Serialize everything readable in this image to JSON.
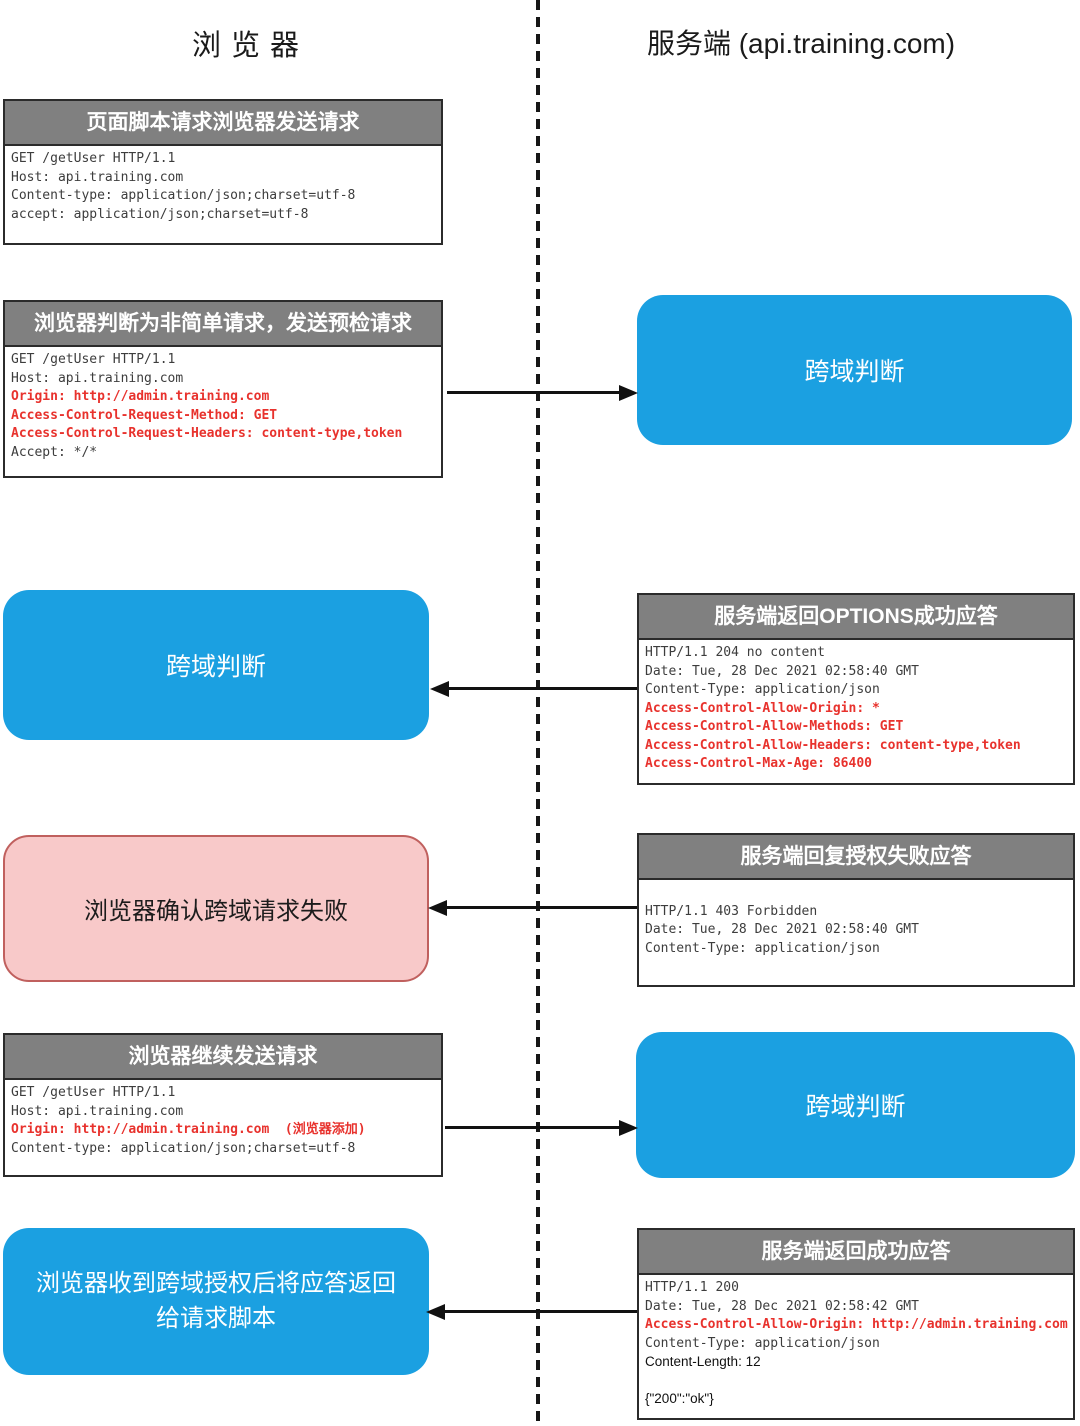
{
  "titles": {
    "browser": "浏 览 器",
    "server": "服务端 (api.training.com)"
  },
  "colors": {
    "node_blue": "#1BA0E1",
    "fail_pink_fill": "#F8C9C9",
    "fail_pink_border": "#C0605E",
    "header_gray": "#808080",
    "red_text": "#E8322D",
    "box_border": "#2B2B2B",
    "arrow_black": "#111111"
  },
  "boxes": {
    "page_request": {
      "header": "页面脚本请求浏览器发送请求",
      "lines": [
        {
          "t": "GET /getUser HTTP/1.1",
          "s": "normal"
        },
        {
          "t": "Host: api.training.com",
          "s": "normal"
        },
        {
          "t": "Content-type: application/json;charset=utf-8",
          "s": "normal"
        },
        {
          "t": "accept: application/json;charset=utf-8",
          "s": "normal"
        }
      ]
    },
    "preflight_request": {
      "header": "浏览器判断为非简单请求，发送预检请求",
      "lines": [
        {
          "t": "GET /getUser HTTP/1.1",
          "s": "normal"
        },
        {
          "t": "Host: api.training.com",
          "s": "normal"
        },
        {
          "t": "Origin: http://admin.training.com",
          "s": "red"
        },
        {
          "t": "Access-Control-Request-Method: GET",
          "s": "red"
        },
        {
          "t": "Access-Control-Request-Headers: content-type,token",
          "s": "red"
        },
        {
          "t": "Accept: */*",
          "s": "normal"
        }
      ]
    },
    "options_response": {
      "header": "服务端返回OPTIONS成功应答",
      "lines": [
        {
          "t": "HTTP/1.1 204 no content",
          "s": "normal"
        },
        {
          "t": "Date: Tue, 28 Dec 2021 02:58:40 GMT",
          "s": "normal"
        },
        {
          "t": "Content-Type: application/json",
          "s": "normal"
        },
        {
          "t": "Access-Control-Allow-Origin: *",
          "s": "red"
        },
        {
          "t": "Access-Control-Allow-Methods: GET",
          "s": "red"
        },
        {
          "t": "Access-Control-Allow-Headers: content-type,token",
          "s": "red"
        },
        {
          "t": "Access-Control-Max-Age: 86400",
          "s": "red"
        }
      ]
    },
    "forbidden_response": {
      "header": "服务端回复授权失败应答",
      "lines": [
        {
          "t": " ",
          "s": "blank"
        },
        {
          "t": "HTTP/1.1 403 Forbidden",
          "s": "normal"
        },
        {
          "t": "Date: Tue, 28 Dec 2021 02:58:40 GMT",
          "s": "normal"
        },
        {
          "t": "Content-Type: application/json",
          "s": "normal"
        }
      ]
    },
    "actual_request": {
      "header": "浏览器继续发送请求",
      "lines": [
        {
          "t": "GET /getUser HTTP/1.1",
          "s": "normal"
        },
        {
          "t": "Host: api.training.com",
          "s": "normal"
        },
        {
          "t": "Origin: http://admin.training.com  (浏览器添加)",
          "s": "red"
        },
        {
          "t": "Content-type: application/json;charset=utf-8",
          "s": "normal"
        }
      ]
    },
    "success_response": {
      "header": "服务端返回成功应答",
      "lines": [
        {
          "t": "HTTP/1.1 200",
          "s": "normal"
        },
        {
          "t": "Date: Tue, 28 Dec 2021 02:58:42 GMT",
          "s": "normal"
        },
        {
          "t": "Access-Control-Allow-Origin: http://admin.training.com",
          "s": "red"
        },
        {
          "t": "Content-Type: application/json",
          "s": "normal"
        },
        {
          "t": "Content-Length: 12",
          "s": "sans"
        },
        {
          "t": " ",
          "s": "blank"
        },
        {
          "t": "{\"200\":\"ok\"}",
          "s": "sans"
        }
      ]
    }
  },
  "nodes": {
    "server_cross_check_1": "跨域判断",
    "browser_cross_check": "跨域判断",
    "browser_fail": "浏览器确认跨域请求失败",
    "server_cross_check_2": "跨域判断",
    "browser_receive": "浏览器收到跨域授权后将应答返回给请求脚本"
  },
  "arrows": [
    {
      "name": "preflight-request",
      "direction": "right"
    },
    {
      "name": "options-response",
      "direction": "left"
    },
    {
      "name": "forbidden-response",
      "direction": "left"
    },
    {
      "name": "actual-request",
      "direction": "right"
    },
    {
      "name": "success-response",
      "direction": "left"
    }
  ]
}
